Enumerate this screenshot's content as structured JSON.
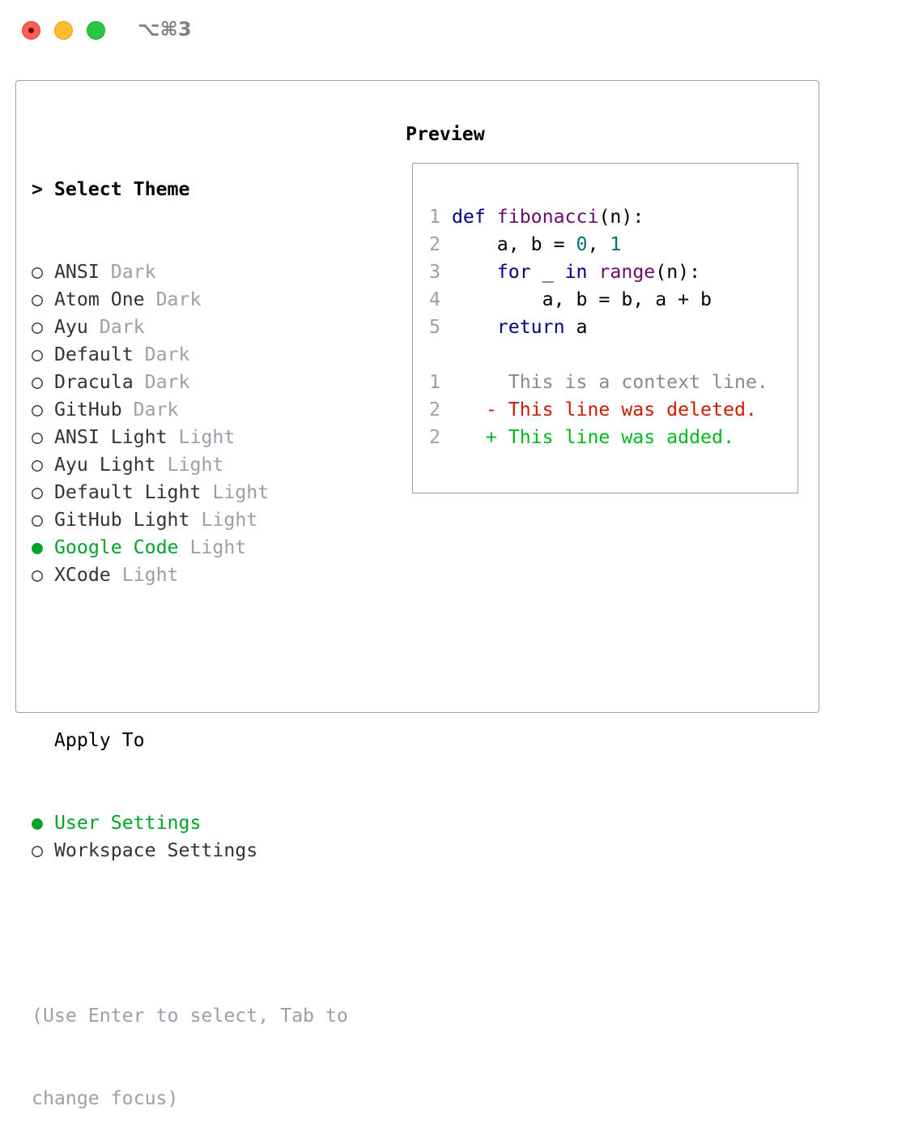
{
  "window": {
    "shortcut": "⌥⌘3"
  },
  "theme_list": {
    "title": "> Select Theme",
    "items": [
      {
        "name": "ANSI",
        "type": "Dark",
        "selected": false
      },
      {
        "name": "Atom One",
        "type": "Dark",
        "selected": false
      },
      {
        "name": "Ayu",
        "type": "Dark",
        "selected": false
      },
      {
        "name": "Default",
        "type": "Dark",
        "selected": false
      },
      {
        "name": "Dracula",
        "type": "Dark",
        "selected": false
      },
      {
        "name": "GitHub",
        "type": "Dark",
        "selected": false
      },
      {
        "name": "ANSI Light",
        "type": "Light",
        "selected": false
      },
      {
        "name": "Ayu Light",
        "type": "Light",
        "selected": false
      },
      {
        "name": "Default Light",
        "type": "Light",
        "selected": false
      },
      {
        "name": "GitHub Light",
        "type": "Light",
        "selected": false
      },
      {
        "name": "Google Code",
        "type": "Light",
        "selected": true
      },
      {
        "name": "XCode",
        "type": "Light",
        "selected": false
      }
    ]
  },
  "apply_to": {
    "title": "Apply To",
    "items": [
      {
        "name": "User Settings",
        "selected": true
      },
      {
        "name": "Workspace Settings",
        "selected": false
      }
    ]
  },
  "hint": {
    "line1": "(Use Enter to select, Tab to",
    "line2": "change focus)"
  },
  "radio": {
    "on": "●",
    "off": "○"
  },
  "preview": {
    "title": "Preview",
    "code": [
      {
        "ln": "1",
        "tokens": [
          {
            "t": "def",
            "c": "kw"
          },
          {
            "t": " "
          },
          {
            "t": "fibonacci",
            "c": "fn"
          },
          {
            "t": "(n):"
          }
        ]
      },
      {
        "ln": "2",
        "tokens": [
          {
            "t": "    a, b = "
          },
          {
            "t": "0",
            "c": "num"
          },
          {
            "t": ", "
          },
          {
            "t": "1",
            "c": "num"
          }
        ]
      },
      {
        "ln": "3",
        "tokens": [
          {
            "t": "    "
          },
          {
            "t": "for",
            "c": "kw"
          },
          {
            "t": " _ "
          },
          {
            "t": "in",
            "c": "kw"
          },
          {
            "t": " "
          },
          {
            "t": "range",
            "c": "fn"
          },
          {
            "t": "(n):"
          }
        ]
      },
      {
        "ln": "4",
        "tokens": [
          {
            "t": "        a, b = b, a + b"
          }
        ]
      },
      {
        "ln": "5",
        "tokens": [
          {
            "t": "    "
          },
          {
            "t": "return",
            "c": "kw"
          },
          {
            "t": " a"
          }
        ]
      }
    ],
    "diff": [
      {
        "ln": "1",
        "text": "     This is a context line.",
        "kind": "ctx"
      },
      {
        "ln": "2",
        "text": "   - This line was deleted.",
        "kind": "del"
      },
      {
        "ln": "2",
        "text": "   + This line was added.",
        "kind": "add"
      }
    ]
  },
  "colors": {
    "selected": "#00a32a",
    "keyword": "#000080",
    "function": "#6b0a6b",
    "number": "#007070",
    "deleted": "#cc1a00",
    "added": "#00b81c"
  }
}
